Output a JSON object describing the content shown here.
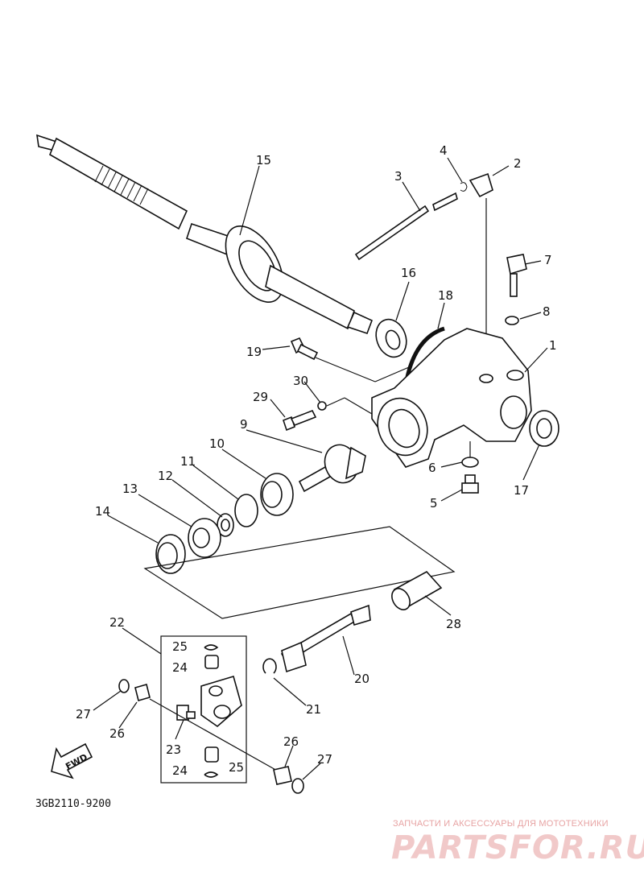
{
  "callouts": [
    "1",
    "2",
    "3",
    "4",
    "5",
    "6",
    "7",
    "8",
    "9",
    "10",
    "11",
    "12",
    "13",
    "14",
    "15",
    "16",
    "17",
    "18",
    "19",
    "20",
    "21",
    "22",
    "23",
    "24",
    "24",
    "25",
    "25",
    "26",
    "26",
    "27",
    "27",
    "28",
    "29",
    "30"
  ],
  "direction_label": "FWD",
  "diagram_code": "3GB2110-9200",
  "watermark": {
    "tagline": "ЗАПЧАСТИ И АКСЕССУАРЫ ДЛЯ МОТОТЕХНИКИ",
    "logo": "PARTSFOR.RU"
  }
}
